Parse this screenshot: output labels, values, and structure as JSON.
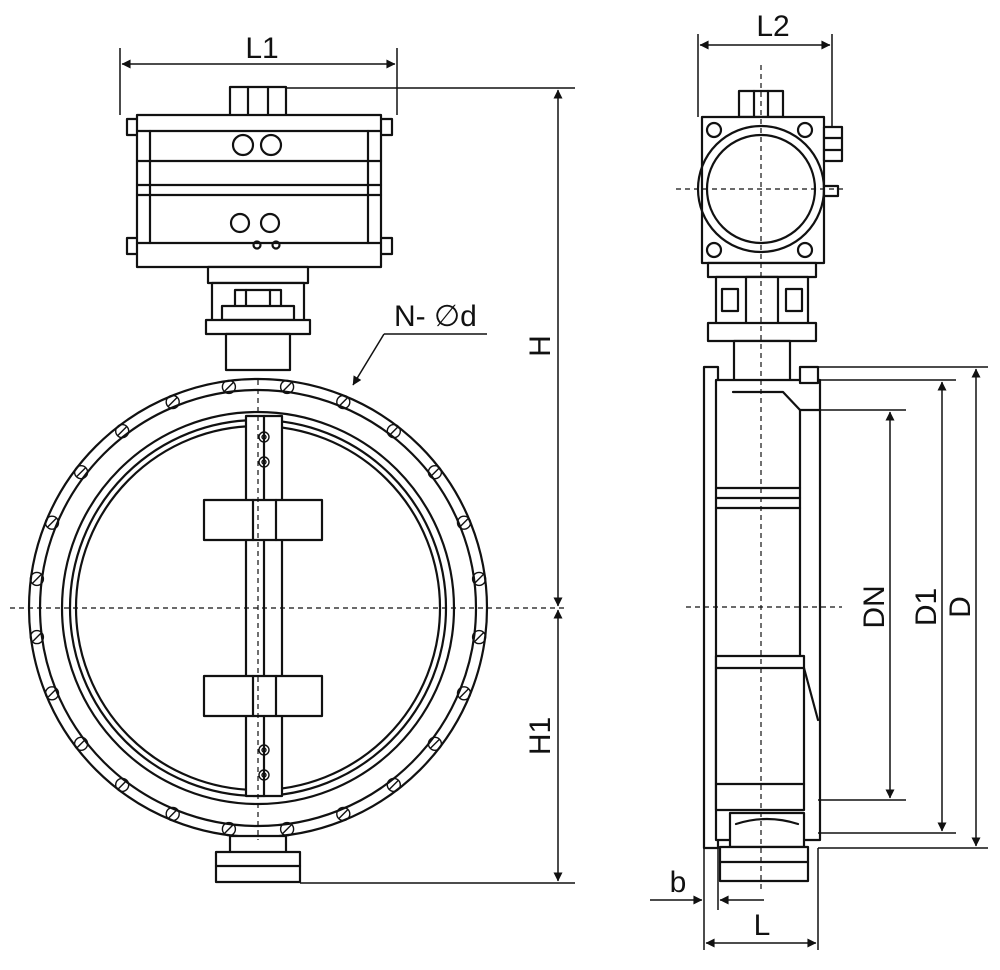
{
  "labels": {
    "l1": "L1",
    "l2": "L2",
    "h": "H",
    "h1": "H1",
    "n_phi_d": "N- ∅d",
    "dn": "DN",
    "d1": "D1",
    "d": "D",
    "b": "b",
    "l": "L"
  },
  "front_view": {
    "flange_bolt_holes": 24
  }
}
